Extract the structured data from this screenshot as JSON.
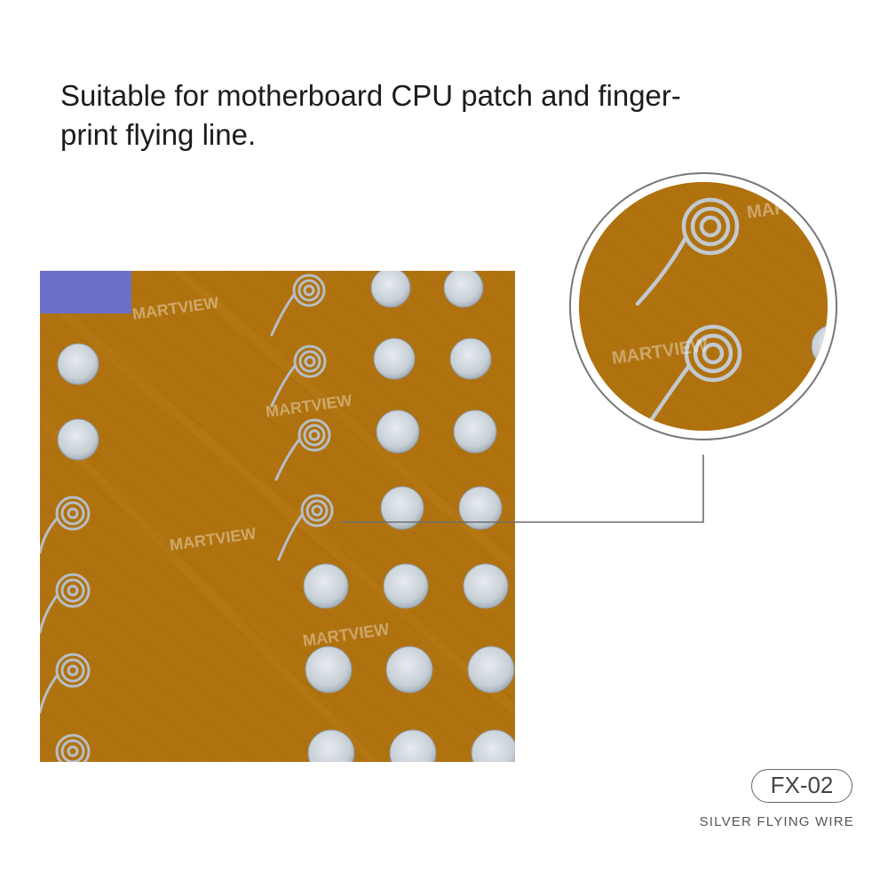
{
  "headline": {
    "line1": "Suitable for motherboard CPU patch and finger-",
    "line2": "print flying line."
  },
  "watermark_text": "MARTVIEW",
  "product": {
    "model": "FX-02",
    "caption": "SILVER FLYING WIRE"
  },
  "colors": {
    "board": "#b0720f",
    "pad": "#cfd6dc",
    "wire": "#b6bec6",
    "corner": "#6b6fc8"
  }
}
